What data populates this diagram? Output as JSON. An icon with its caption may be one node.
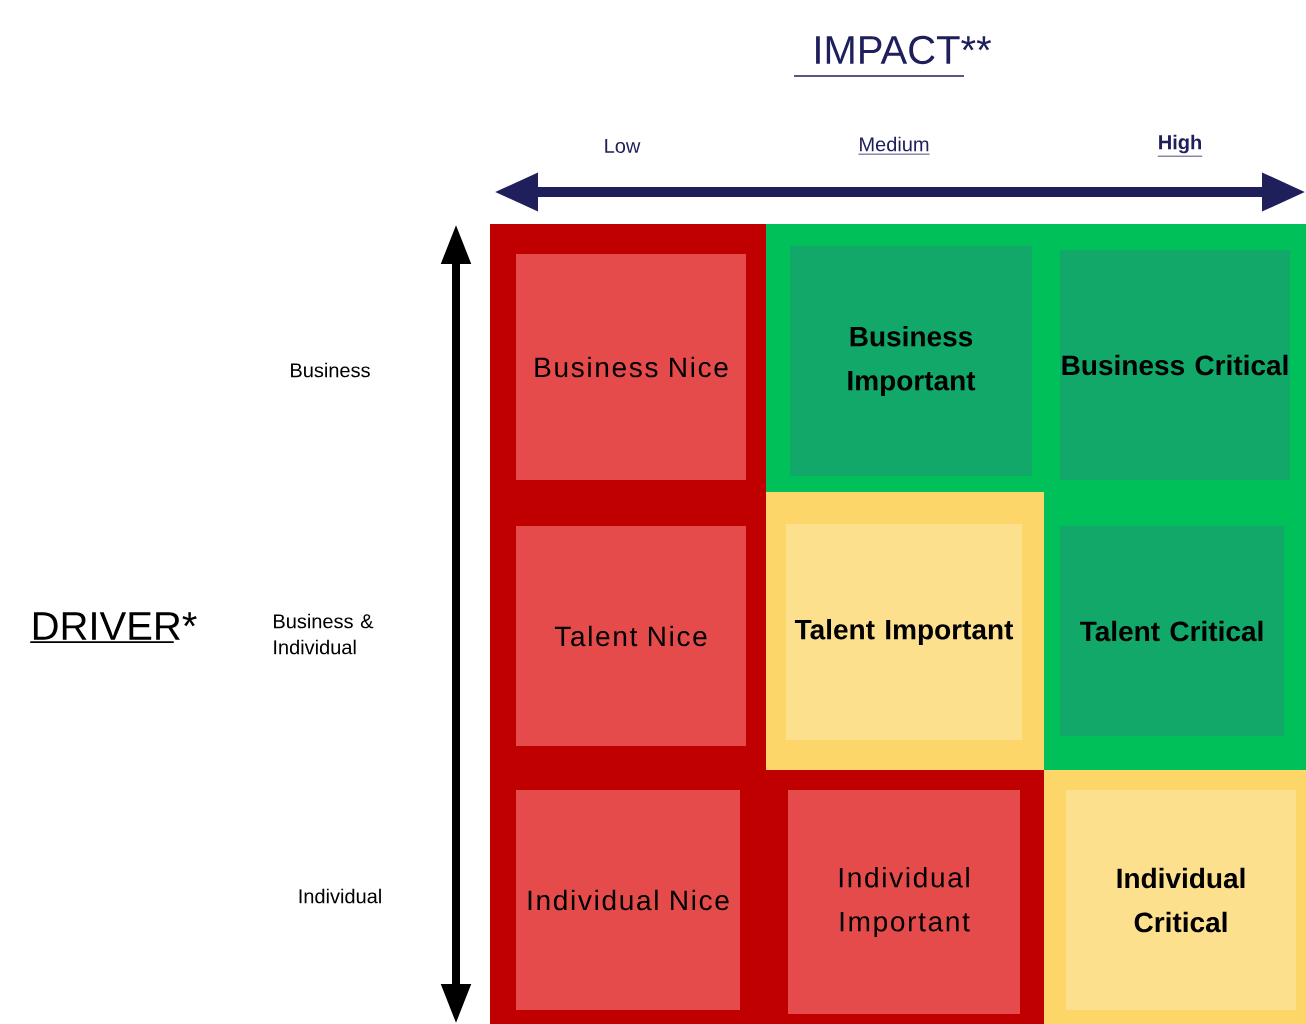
{
  "diagram": {
    "title": "IMPACT**",
    "nodes": [
      {
        "text": [
          "Business Nice"
        ]
      },
      {
        "text": [
          "Business Important"
        ]
      },
      {
        "text": [
          "Business Critical"
        ]
      },
      {
        "text": [
          "Talent Nice"
        ]
      },
      {
        "text": [
          "Talent Important"
        ]
      },
      {
        "text": [
          "Talent Critical"
        ]
      },
      {
        "text": [
          "Individual Nice"
        ]
      },
      {
        "text": [
          "Individual Important"
        ]
      },
      {
        "text": [
          "Individual Critical"
        ]
      }
    ],
    "labels": [
      "Low",
      "Medium",
      "High",
      "DRIVER*",
      "Business",
      "Business & Individual",
      "Individual"
    ]
  }
}
